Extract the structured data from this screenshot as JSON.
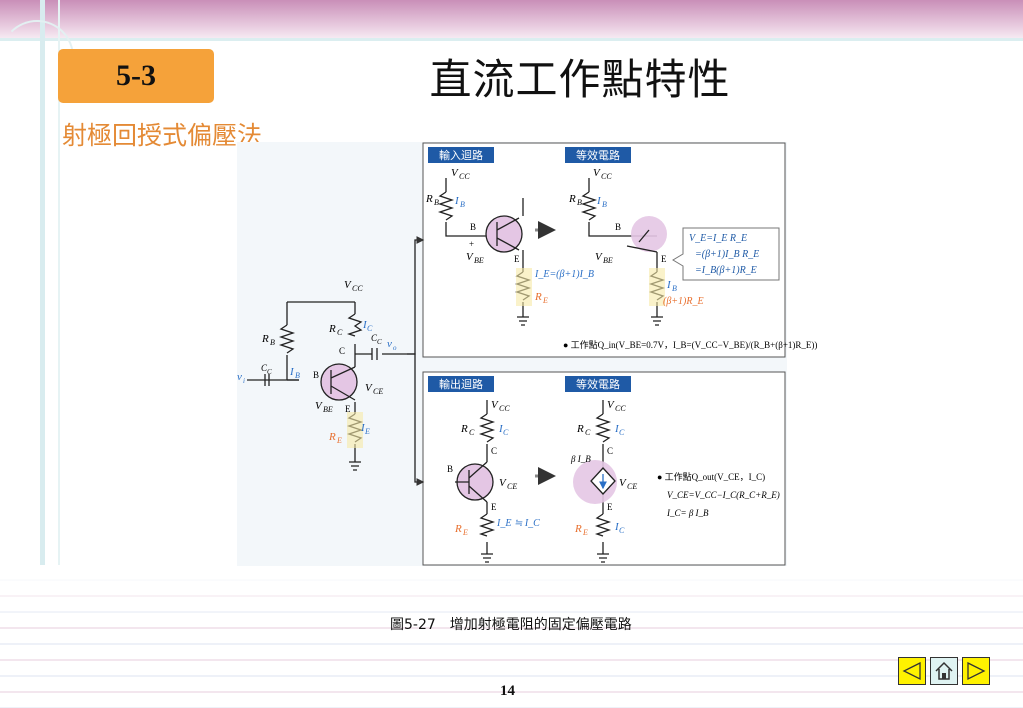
{
  "slide": {
    "section_number": "5-3",
    "title": "直流工作點特性",
    "subtitle": "射極回授式偏壓法",
    "page_number": "14"
  },
  "figure": {
    "caption_number": "圖5-27",
    "caption_text": "增加射極電阻的固定偏壓電路",
    "input_loop_label": "輸入迴路",
    "output_loop_label": "輸出迴路",
    "equivalent_circuit_label": "等效電路",
    "labels": {
      "vcc": "V",
      "vcc_sub": "CC",
      "rb": "R",
      "rb_sub": "B",
      "rc": "R",
      "rc_sub": "C",
      "re": "R",
      "re_sub": "E",
      "cc": "C",
      "cc_sub": "C",
      "vi": "v",
      "vi_sub": "i",
      "vo": "v",
      "vo_sub": "o",
      "ib": "I",
      "ib_sub": "B",
      "ic": "I",
      "ic_sub": "C",
      "ie": "I",
      "ie_sub": "E",
      "vbe": "V",
      "vbe_sub": "BE",
      "vce": "V",
      "vce_sub": "CE",
      "node_b": "B",
      "node_c": "C",
      "node_e": "E",
      "plus": "+",
      "minus": "−",
      "ie_eq": "I_E=(β+1)I_B",
      "beta_re": "(β+1)R_E",
      "beta_ib": "β I_B",
      "ie_approx_ic": "I_E ≒ I_C"
    },
    "ve_box": [
      "V_E=I_E R_E",
      "=(β+1)I_B R_E",
      "=I_B(β+1)R_E"
    ],
    "q_in": "● 工作點Q_in(V_BE=0.7V，I_B=(V_CC−V_BE)/(R_B+(β+1)R_E))",
    "q_out": [
      "● 工作點Q_out(V_CE，I_C)",
      "V_CE=V_CC−I_C(R_C+R_E)",
      "I_C= β I_B"
    ]
  },
  "nav": {
    "prev_icon": "prev-arrow-icon",
    "home_icon": "home-icon",
    "next_icon": "next-arrow-icon"
  },
  "colors": {
    "badge": "#f5a23a",
    "subtitle": "#e48a35",
    "loop_tag": "#1f5aa6",
    "current_blue": "#2a6fc6",
    "resistor_orange": "#e86f2e",
    "transistor_fill": "#e4c6e4",
    "resistor_highlight": "#f7eaa6",
    "nav_yellow": "#fff200"
  }
}
